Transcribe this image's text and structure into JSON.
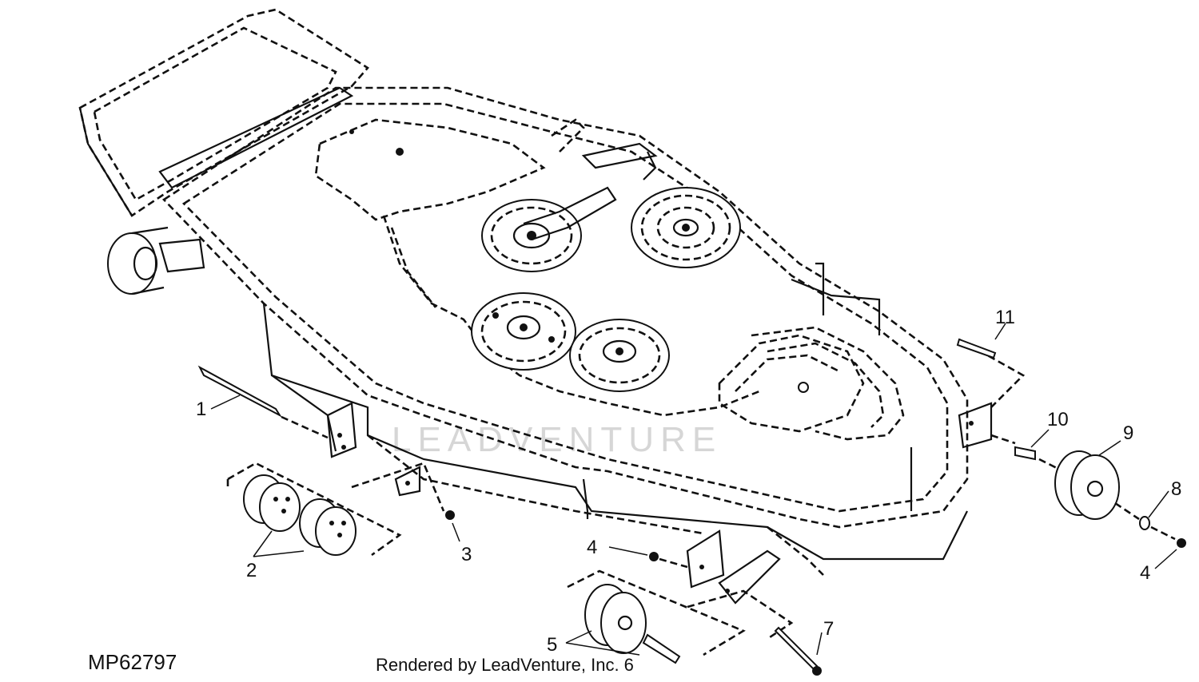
{
  "diagram": {
    "figure_code": "MP62797",
    "footer": "Rendered by LeadVenture, Inc. 6",
    "watermark": "LEADVENTURE",
    "callouts": {
      "c1": "1",
      "c2": "2",
      "c3": "3",
      "c4a": "4",
      "c4b": "4",
      "c5": "5",
      "c7": "7",
      "c8": "8",
      "c9": "9",
      "c10": "10",
      "c11": "11"
    }
  }
}
